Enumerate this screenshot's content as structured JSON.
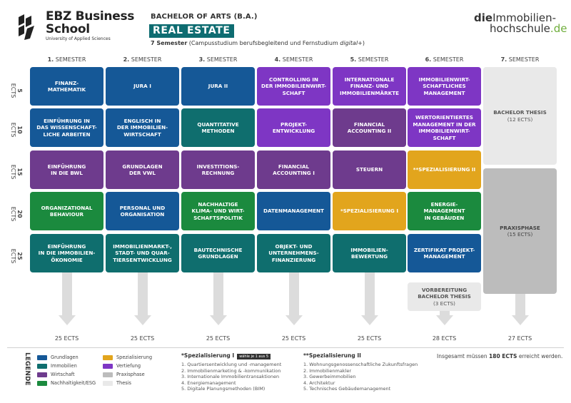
{
  "header": {
    "logo_line1": "EBZ Business",
    "logo_line2": "School",
    "logo_sub": "University of Applied Sciences",
    "degree": "BACHELOR OF ARTS (B.A.)",
    "program": "REAL ESTATE",
    "sem_count": "7 Semester",
    "sem_text_before": " (Campusstudium berufsbegleitend und Fernstudium ",
    "sem_text_italic": "digital+",
    "sem_text_after": ")",
    "right_logo_bold": "die",
    "right_logo_rest": "Immobilien-",
    "right_logo_line2": "hochschule",
    "right_logo_tld": ".de"
  },
  "semesters": [
    {
      "num": "1.",
      "label": "SEMESTER",
      "total": "25 ECTS"
    },
    {
      "num": "2.",
      "label": "SEMESTER",
      "total": "25 ECTS"
    },
    {
      "num": "3.",
      "label": "SEMESTER",
      "total": "25 ECTS"
    },
    {
      "num": "4.",
      "label": "SEMESTER",
      "total": "25 ECTS"
    },
    {
      "num": "5.",
      "label": "SEMESTER",
      "total": "25 ECTS"
    },
    {
      "num": "6.",
      "label": "SEMESTER",
      "total": "28 ECTS"
    },
    {
      "num": "7.",
      "label": "SEMESTER",
      "total": "27 ECTS"
    }
  ],
  "ects_rows": [
    {
      "num": "5",
      "label": "ECTS"
    },
    {
      "num": "10",
      "label": "ECTS"
    },
    {
      "num": "15",
      "label": "ECTS"
    },
    {
      "num": "20",
      "label": "ECTS"
    },
    {
      "num": "25",
      "label": "ECTS"
    }
  ],
  "modules": {
    "c1": [
      "FINANZ-\nMATHEMATIK",
      "EINFÜHRUNG IN\nDAS WISSENSCHAFT-\nLICHE ARBEITEN",
      "EINFÜHRUNG\nIN DIE BWL",
      "ORGANIZATIONAL\nBEHAVIOUR",
      "EINFÜHRUNG\nIN DIE IMMOBILIEN-\nÖKONOMIE"
    ],
    "c2": [
      "JURA I",
      "ENGLISCH IN\nDER IMMOBILIEN-\nWIRTSCHAFT",
      "GRUNDLAGEN\nDER VWL",
      "PERSONAL UND\nORGANISATION",
      "IMMOBILIENMARKT-,\nSTADT- UND QUAR-\nTIERSENTWICKLUNG"
    ],
    "c3": [
      "JURA II",
      "QUANTITATIVE\nMETHODEN",
      "INVESTITIONS-\nRECHNUNG",
      "NACHHALTIGE\nKLIMA- UND WIRT-\nSCHAFTSPOLITIK",
      "BAUTECHNISCHE\nGRUNDLAGEN"
    ],
    "c4": [
      "CONTROLLING IN\nDER IMMOBILIENWIRT-\nSCHAFT",
      "PROJEKT-\nENTWICKLUNG",
      "FINANCIAL\nACCOUNTING I",
      "DATENMANAGEMENT",
      "OBJEKT- UND\nUNTERNEHMENS-\nFINANZIERUNG"
    ],
    "c5": [
      "INTERNATIONALE\nFINANZ- UND\nIMMOBILIENMÄRKTE",
      "FINANCIAL\nACCOUNTING II",
      "STEUERN",
      "*SPEZIALISIERUNG I",
      "IMMOBILIEN-\nBEWERTUNG"
    ],
    "c6": [
      "IMMOBILIENWIRT-\nSCHAFTLICHES\nMANAGEMENT",
      "WERTORIENTIERTES\nMANAGEMENT IN DER\nIMMOBILIENWIRT-\nSCHAFT",
      "**SPEZIALISIERUNG II",
      "ENERGIE-\nMANAGEMENT\nIN GEBÄUDEN",
      "ZERTIFIKAT PROJEKT-\nMANAGEMENT"
    ],
    "c6_extra_title": "VORBEREITUNG\nBACHELOR THESIS",
    "c6_extra_sub": "(3 ECTS)",
    "c7_thesis_title": "BACHELOR THESIS",
    "c7_thesis_sub": "(12 ECTS)",
    "c7_praxis_title": "PRAXISPHASE",
    "c7_praxis_sub": "(15 ECTS)"
  },
  "legend": {
    "title": "LEGENDE",
    "items_left": [
      "Grundlagen",
      "Immobilien",
      "Wirtschaft",
      "Nachhaltigkeit/ESG"
    ],
    "items_right": [
      "Spezialisierung",
      "Vertiefung",
      "Praxisphase",
      "Thesis"
    ],
    "colors": {
      "grundlagen": "#155897",
      "immobilien": "#0f6e6e",
      "wirtschaft": "#6e3b8d",
      "nachhaltigkeit": "#1b8a3e",
      "spezialisierung": "#e2a51d",
      "vertiefung": "#7e36c4",
      "praxisphase": "#bcbcbc",
      "thesis": "#e9e9e9"
    }
  },
  "spec1": {
    "title": "*Spezialisierung I",
    "tag": "wähle je 1 aus 5",
    "items": [
      "1. Quartiersentwicklung und -management",
      "2. Immobilienmarketing & -kommunikation",
      "3. Internationale Immobilientransaktionen",
      "4. Energiemanagement",
      "5. Digitale Planungsmethoden (BIM)"
    ]
  },
  "spec2": {
    "title": "**Spezialisierung II",
    "items": [
      "1. Wohnungsgenossenschaftliche Zukunftsfragen",
      "2. Immobilienmakler",
      "3. Gewerbeimmobilien",
      "4. Architektur",
      "5. Technisches Gebäudemanagement"
    ]
  },
  "summary": {
    "before": "Insgesamt müssen ",
    "bold": "180 ECTS",
    "after": " erreicht werden."
  }
}
